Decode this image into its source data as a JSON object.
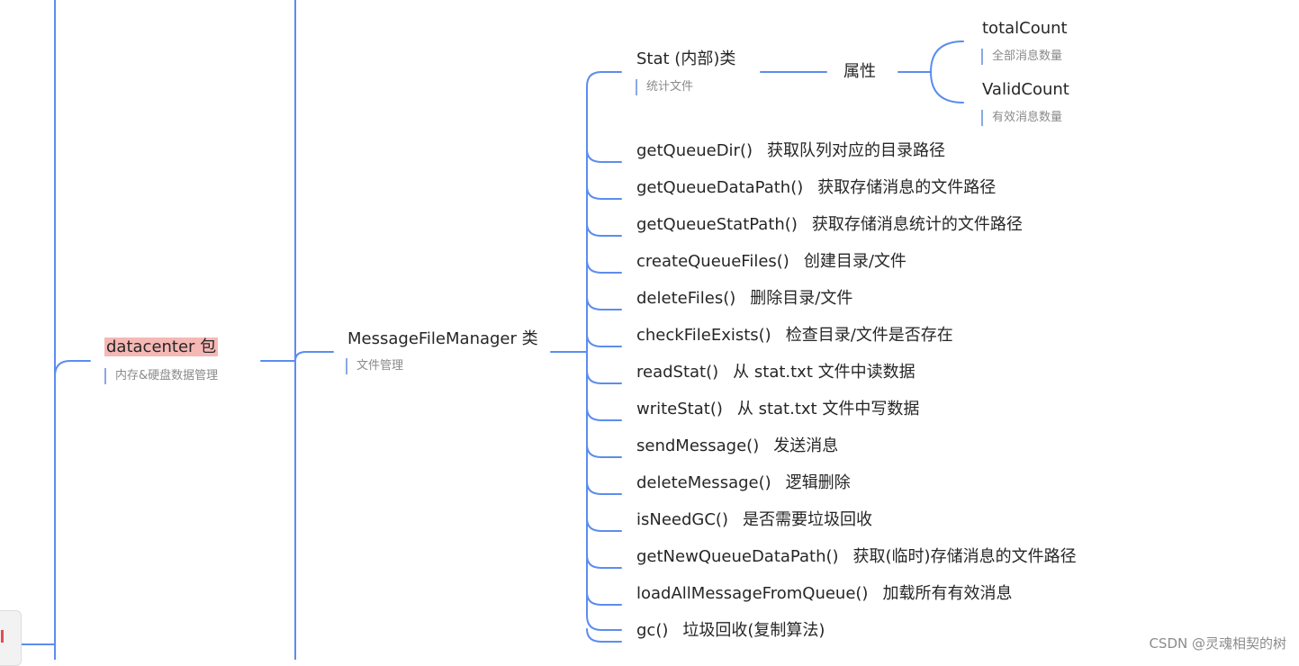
{
  "root_node": {
    "title": "datacenter 包",
    "note": "内存&硬盘数据管理",
    "highlight_color": "#f5b8b5"
  },
  "class_node": {
    "title": "MessageFileManager 类",
    "note": "文件管理"
  },
  "stat_node": {
    "title": "Stat (内部)类",
    "note": "统计文件",
    "property_label": "属性",
    "fields": [
      {
        "name": "totalCount",
        "note": "全部消息数量"
      },
      {
        "name": "ValidCount",
        "note": "有效消息数量"
      }
    ]
  },
  "methods": [
    {
      "name": "getQueueDir()",
      "desc": "获取队列对应的目录路径"
    },
    {
      "name": "getQueueDataPath()",
      "desc": "获取存储消息的文件路径"
    },
    {
      "name": "getQueueStatPath()",
      "desc": "获取存储消息统计的文件路径"
    },
    {
      "name": "createQueueFiles()",
      "desc": "创建目录/文件"
    },
    {
      "name": "deleteFiles()",
      "desc": "删除目录/文件"
    },
    {
      "name": "checkFileExists()",
      "desc": "检查目录/文件是否存在"
    },
    {
      "name": "readStat()",
      "desc": "从 stat.txt 文件中读数据"
    },
    {
      "name": "writeStat()",
      "desc": "从 stat.txt 文件中写数据"
    },
    {
      "name": "sendMessage()",
      "desc": "发送消息"
    },
    {
      "name": "deleteMessage()",
      "desc": "逻辑删除"
    },
    {
      "name": "isNeedGC()",
      "desc": "是否需要垃圾回收"
    },
    {
      "name": "getNewQueueDataPath()",
      "desc": "获取(临时)存储消息的文件路径"
    },
    {
      "name": "loadAllMessageFromQueue()",
      "desc": "加载所有有效消息"
    },
    {
      "name": "gc()",
      "desc": "垃圾回收(复制算法)"
    }
  ],
  "watermark": "CSDN @灵魂相契的树",
  "colors": {
    "connector": "#5b8def",
    "note_bar": "#8aa7e6",
    "text": "#262626",
    "note_text": "#8a8a8a"
  }
}
